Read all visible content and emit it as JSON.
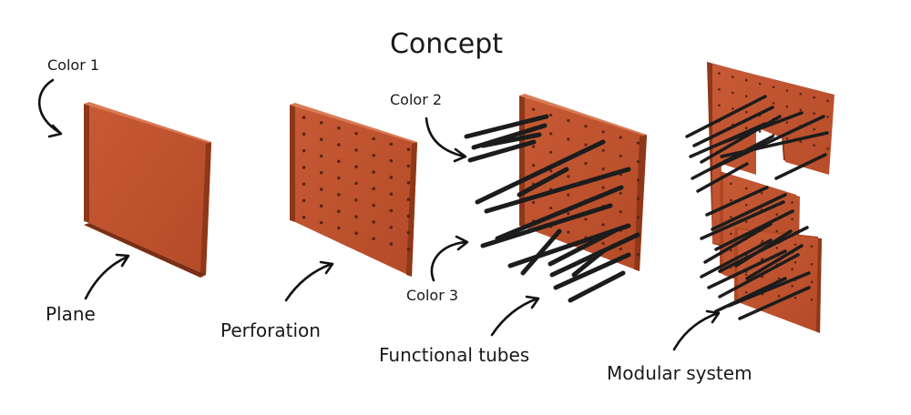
{
  "title": "Concept",
  "labels": {
    "color1": "Color 1",
    "color2": "Color 2",
    "color3": "Color 3",
    "plane": "Plane",
    "perforation": "Perforation",
    "functional_tubes": "Functional tubes",
    "modular_system": "Modular system"
  },
  "colors": {
    "panel_front": "#c0532f",
    "panel_side": "#8e3719",
    "panel_top": "#d97a55",
    "tube": "#1c1c1c"
  }
}
